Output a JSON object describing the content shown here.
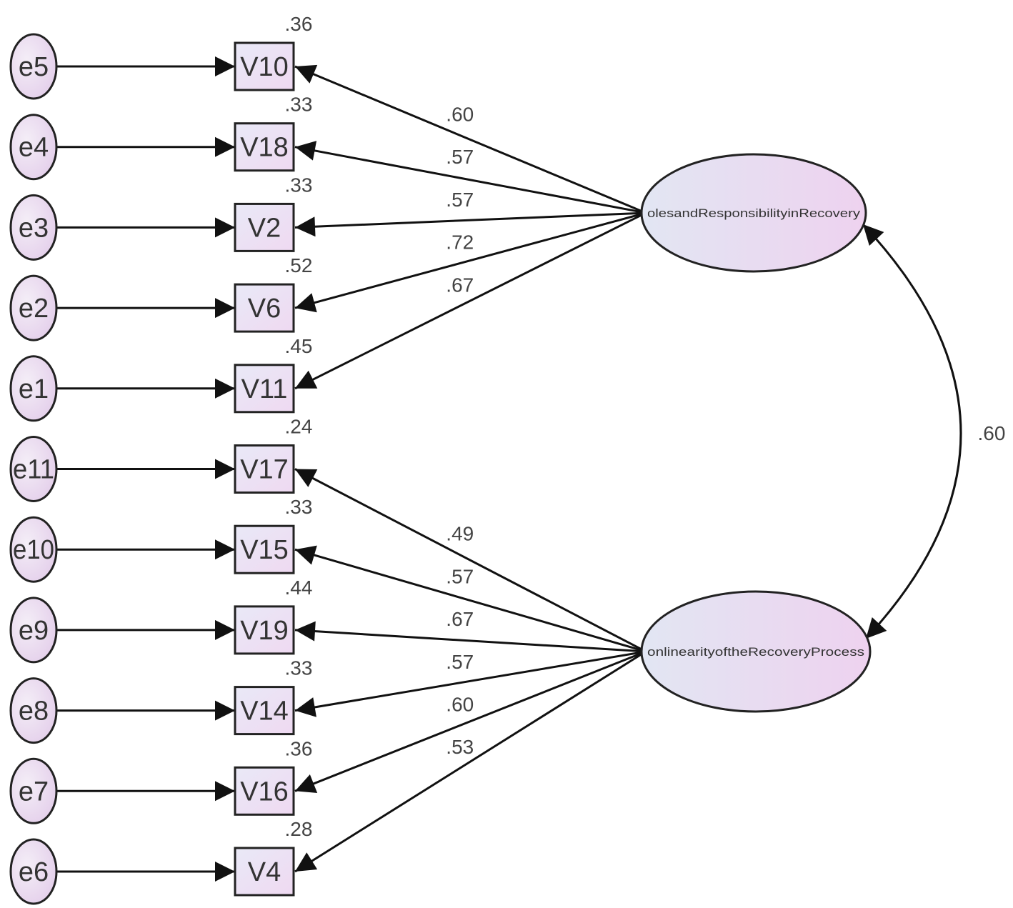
{
  "latents": [
    {
      "id": "L1",
      "label": "olesandResponsibilityinRecovery"
    },
    {
      "id": "L2",
      "label": "onlinearityoftheRecoveryProcess"
    }
  ],
  "observed": [
    {
      "name": "V10",
      "error": "e5",
      "r2": ".36",
      "latent": "L1",
      "loading": ".60"
    },
    {
      "name": "V18",
      "error": "e4",
      "r2": ".33",
      "latent": "L1",
      "loading": ".57"
    },
    {
      "name": "V2",
      "error": "e3",
      "r2": ".33",
      "latent": "L1",
      "loading": ".57"
    },
    {
      "name": "V6",
      "error": "e2",
      "r2": ".52",
      "latent": "L1",
      "loading": ".72"
    },
    {
      "name": "V11",
      "error": "e1",
      "r2": ".45",
      "latent": "L1",
      "loading": ".67"
    },
    {
      "name": "V17",
      "error": "e11",
      "r2": ".24",
      "latent": "L2",
      "loading": ".49"
    },
    {
      "name": "V15",
      "error": "e10",
      "r2": ".33",
      "latent": "L2",
      "loading": ".57"
    },
    {
      "name": "V19",
      "error": "e9",
      "r2": ".44",
      "latent": "L2",
      "loading": ".67"
    },
    {
      "name": "V14",
      "error": "e8",
      "r2": ".33",
      "latent": "L2",
      "loading": ".57"
    },
    {
      "name": "V16",
      "error": "e7",
      "r2": ".36",
      "latent": "L2",
      "loading": ".60"
    },
    {
      "name": "V4",
      "error": "e6",
      "r2": ".28",
      "latent": "L2",
      "loading": ".53"
    }
  ],
  "correlation": {
    "between": [
      "L1",
      "L2"
    ],
    "value": ".60"
  },
  "colors": {
    "stroke": "#111111",
    "fill_light": "#e6e6f5",
    "fill_pink": "#ecd3ef"
  }
}
